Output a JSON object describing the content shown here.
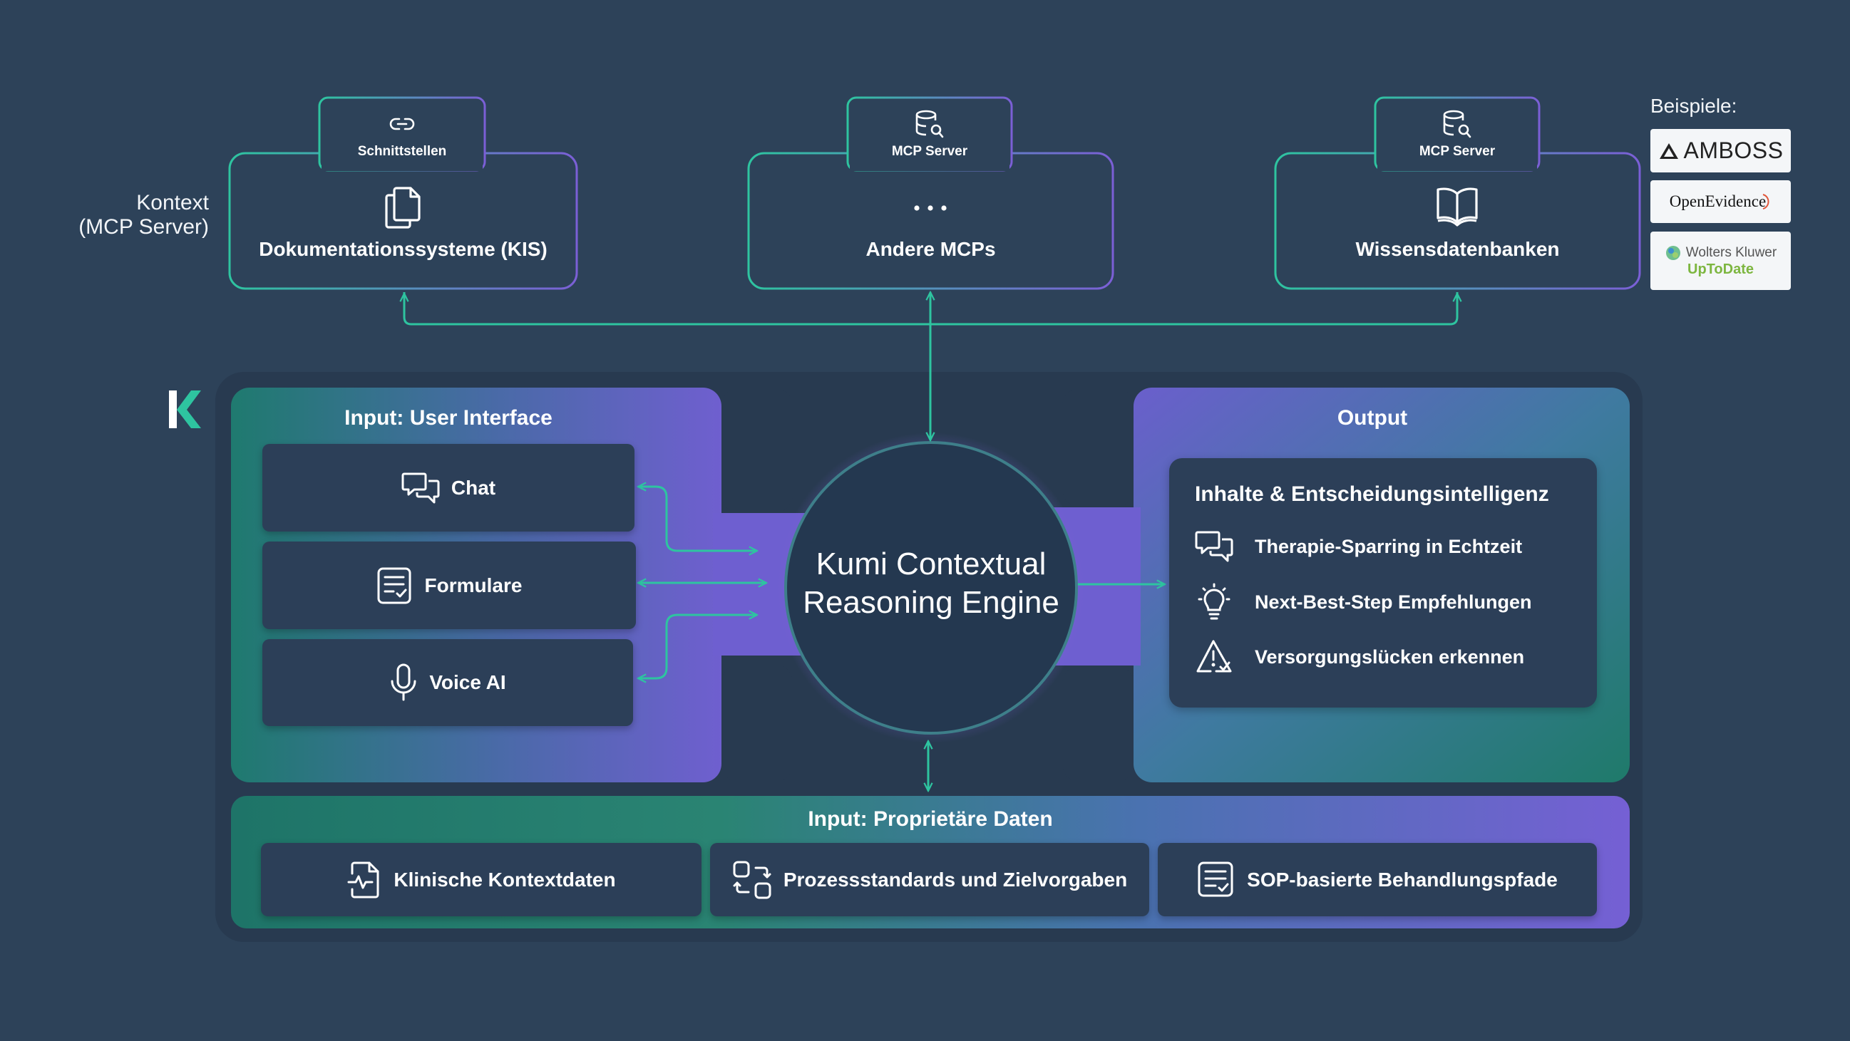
{
  "context": {
    "label_line1": "Kontext",
    "label_line2": "(MCP Server)",
    "boxes": [
      {
        "tab": "Schnittstellen",
        "tab_icon": "link-icon",
        "title": "Dokumentationssysteme (KIS)",
        "icon": "documents-icon"
      },
      {
        "tab": "MCP Server",
        "tab_icon": "database-search-icon",
        "title": "Andere MCPs",
        "icon": "ellipsis-icon"
      },
      {
        "tab": "MCP Server",
        "tab_icon": "database-search-icon",
        "title": "Wissensdatenbanken",
        "icon": "open-book-icon"
      }
    ]
  },
  "examples": {
    "label": "Beispiele:",
    "logos": [
      "AMBOSS",
      "OpenEvidence",
      "Wolters Kluwer",
      "UpToDate"
    ]
  },
  "brand": {
    "logo_letter": "K",
    "accent": "#2ec4a0"
  },
  "input_ui": {
    "title": "Input: User Interface",
    "items": [
      {
        "label": "Chat",
        "icon": "chat-bubbles-icon"
      },
      {
        "label": "Formulare",
        "icon": "form-icon"
      },
      {
        "label": "Voice AI",
        "icon": "microphone-icon"
      }
    ]
  },
  "engine": {
    "line1": "Kumi Contextual",
    "line2": "Reasoning Engine"
  },
  "output": {
    "title": "Output",
    "card_title": "Inhalte & Entscheidungsintelligenz",
    "items": [
      {
        "label": "Therapie-Sparring in Echtzeit",
        "icon": "chat-bubbles-icon"
      },
      {
        "label": "Next-Best-Step Empfehlungen",
        "icon": "lightbulb-icon"
      },
      {
        "label": "Versorgungslücken erkennen",
        "icon": "warning-check-icon"
      }
    ]
  },
  "proprietary": {
    "title": "Input: Proprietäre Daten",
    "items": [
      {
        "label": "Klinische Kontextdaten",
        "icon": "pulse-document-icon"
      },
      {
        "label": "Prozessstandards und Zielvorgaben",
        "icon": "process-icon"
      },
      {
        "label": "SOP-basierte Behandlungspfade",
        "icon": "checklist-icon"
      }
    ]
  },
  "colors": {
    "background": "#2d4259",
    "teal": "#2ec4a0",
    "purple": "#7b5fd6"
  }
}
